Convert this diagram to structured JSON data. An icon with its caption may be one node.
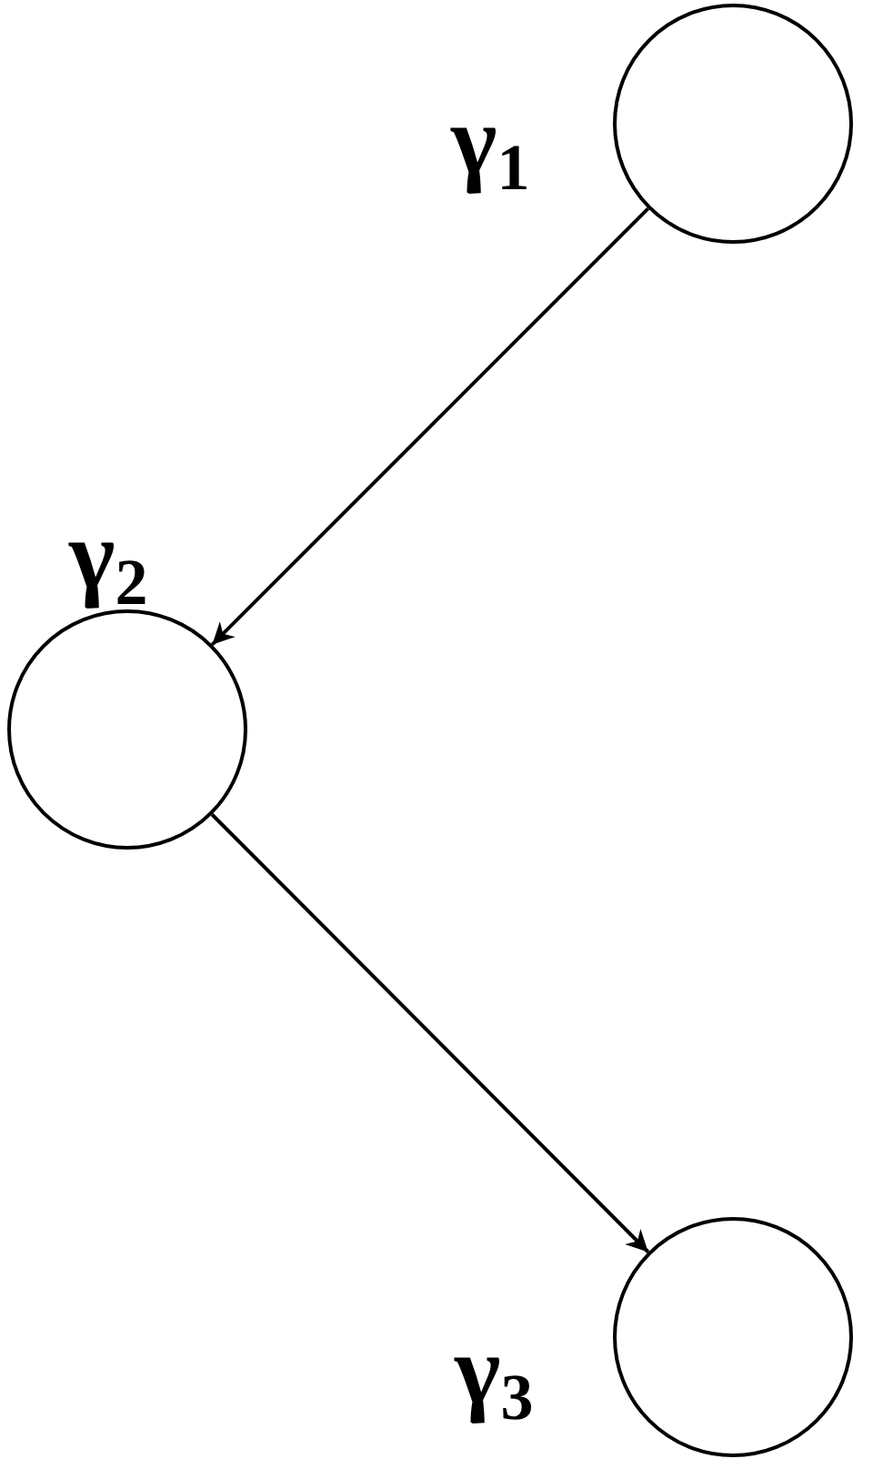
{
  "diagram": {
    "nodes": [
      {
        "text": [],
        "shape": "circle",
        "beside": [
          "γ$_{1}$"
        ]
      },
      {
        "text": [],
        "shape": "circle",
        "beside": [
          "γ$_{2}$"
        ]
      },
      {
        "text": [],
        "shape": "circle",
        "beside": [
          "γ$_{3}$"
        ]
      }
    ],
    "edges": [
      {
        "from": 0,
        "to": 1,
        "arrow": "to"
      },
      {
        "from": 1,
        "to": 2,
        "arrow": "to"
      }
    ]
  }
}
